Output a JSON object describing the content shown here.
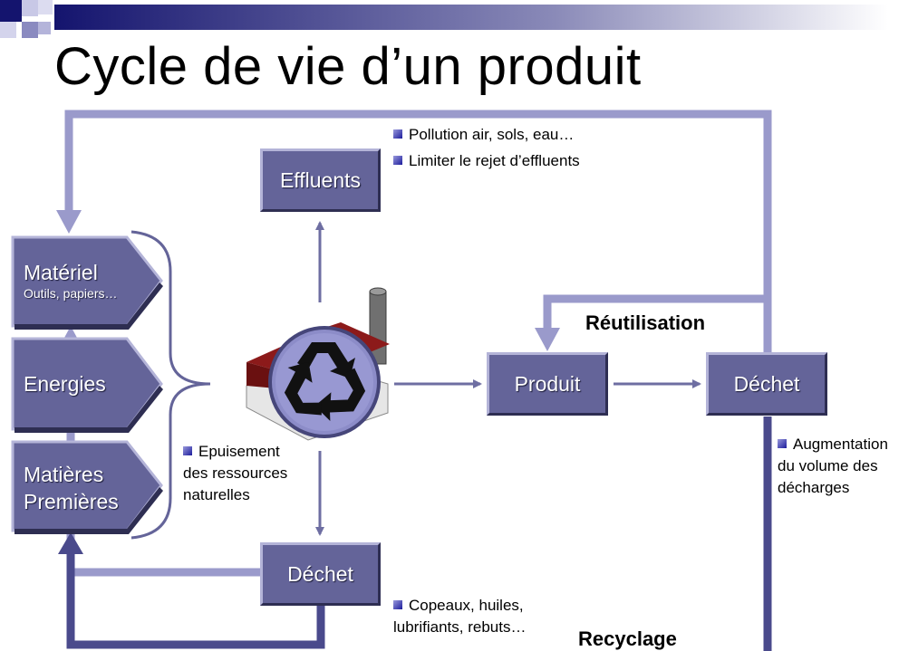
{
  "title": "Cycle de vie d’un produit",
  "inputs": {
    "materiel": {
      "label": "Matériel",
      "sublabel": "Outils, papiers…"
    },
    "energies": {
      "label": "Energies"
    },
    "matieres": {
      "label_line1": "Matières",
      "label_line2": "Premières"
    }
  },
  "boxes": {
    "effluents": "Effluents",
    "produit": "Produit",
    "dechet_right": "Déchet",
    "dechet_bottom": "Déchet"
  },
  "notes": {
    "effluents": [
      "Pollution air, sols, eau…",
      "Limiter le rejet d’effluents"
    ],
    "epuisement": [
      "Epuisement",
      "des ressources",
      "naturelles"
    ],
    "dechet_bottom": [
      "Copeaux, huiles,",
      "lubrifiants, rebuts…"
    ],
    "dechet_right": [
      "Augmentation",
      "du volume des",
      "décharges"
    ]
  },
  "labels": {
    "reutilisation": "Réutilisation",
    "recyclage": "Recyclage"
  },
  "icons": {
    "factory": "factory-icon",
    "recycle": "recycle-icon"
  },
  "colors": {
    "box_fill": "#646499",
    "light_line": "#9a9acb",
    "dark_line": "#4a4a8c",
    "arrow": "#6e6ea2"
  }
}
